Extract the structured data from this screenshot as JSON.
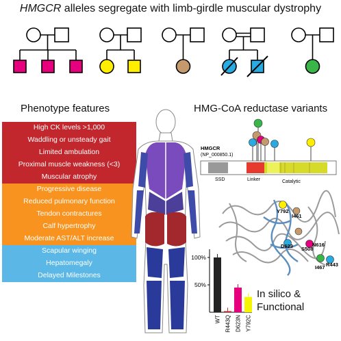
{
  "title": {
    "gene": "HMGCR",
    "rest": " alleles segregate with limb-girdle muscular dystrophy"
  },
  "colors": {
    "fam1": "#e6007e",
    "fam2": "#ffee00",
    "fam3": "#c49a6c",
    "fam4": "#29abe2",
    "fam5": "#39b54a",
    "red": "#c1272d",
    "orange": "#f7931e",
    "blue": "#5bb7e5"
  },
  "phenotype": {
    "title": "Phenotype features",
    "items": [
      {
        "label": "High CK levels >1,000",
        "color": "#c1272d"
      },
      {
        "label": "Waddling or unsteady gait",
        "color": "#c1272d"
      },
      {
        "label": "Limited ambulation",
        "color": "#c1272d"
      },
      {
        "label": "Proximal muscle weakness (<3)",
        "color": "#c1272d"
      },
      {
        "label": "Muscular atrophy",
        "color": "#c1272d"
      },
      {
        "label": "Progressive disease",
        "color": "#f7931e"
      },
      {
        "label": "Reduced pulmonary function",
        "color": "#f7931e"
      },
      {
        "label": "Tendon contractures",
        "color": "#f7931e"
      },
      {
        "label": "Calf hypertrophy",
        "color": "#f7931e"
      },
      {
        "label": "Moderate AST/ALT increase",
        "color": "#f7931e"
      },
      {
        "label": "Scapular winging",
        "color": "#5bb7e5"
      },
      {
        "label": "Hepatomegaly",
        "color": "#5bb7e5"
      },
      {
        "label": "Delayed Milestones",
        "color": "#5bb7e5"
      }
    ]
  },
  "variants": {
    "title": "HMG-CoA reductase variants",
    "gene": "HMGCR",
    "accession": "(NP_000850.1)",
    "domains": [
      "SSD",
      "Linker",
      "Catalytic"
    ]
  },
  "structure_labels": [
    "Y792",
    "I461",
    "D623",
    "N616",
    "S508",
    "I467",
    "R443"
  ],
  "functional": {
    "caption_1": "In silico &",
    "caption_2": "Functional",
    "ticks": [
      "100%",
      "50%"
    ],
    "chart_data": {
      "type": "bar",
      "categories": [
        "WT",
        "R443Q",
        "D623N",
        "Y792C"
      ],
      "values": [
        100,
        2,
        45,
        28
      ],
      "colors": [
        "#222222",
        "#c1272d",
        "#e6007e",
        "#f5f500"
      ],
      "ylim": [
        0,
        115
      ]
    }
  }
}
